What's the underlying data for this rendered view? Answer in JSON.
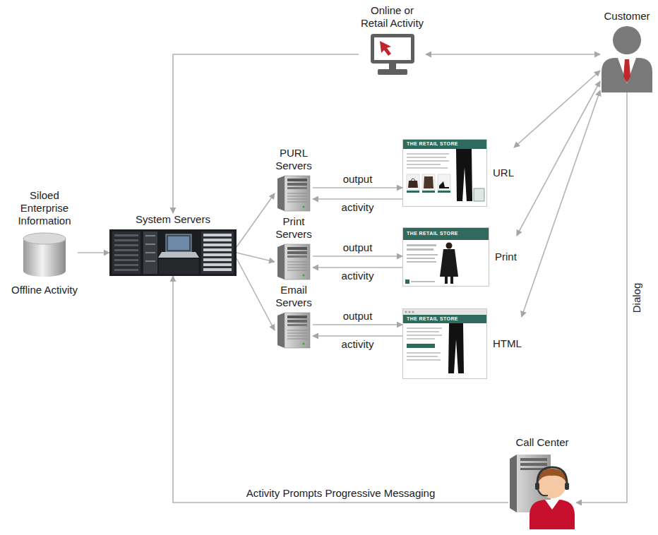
{
  "diagram": {
    "nodes": [
      {
        "text": [
          "Online or Retail Activity"
        ]
      },
      {
        "text": [
          "Customer"
        ]
      },
      {
        "text": [
          "Siloed Enterprise Information",
          "Offline Activity"
        ]
      },
      {
        "text": [
          "System Servers"
        ]
      },
      {
        "text": [
          "PURL Servers"
        ]
      },
      {
        "text": [
          "URL"
        ]
      },
      {
        "text": [
          "Print Servers"
        ]
      },
      {
        "text": [
          "Print"
        ]
      },
      {
        "text": [
          "Email Servers"
        ]
      },
      {
        "text": [
          "HTML"
        ]
      },
      {
        "text": [
          "Call Center"
        ]
      }
    ],
    "edges": [
      {
        "from": 0,
        "to": 1,
        "arrow": "both"
      },
      {
        "from": 0,
        "to": 3,
        "arrow": "to"
      },
      {
        "from": 2,
        "to": 3,
        "arrow": "to"
      },
      {
        "from": 3,
        "to": 4,
        "arrow": "to"
      },
      {
        "from": 3,
        "to": 6,
        "arrow": "to"
      },
      {
        "from": 3,
        "to": 8,
        "arrow": "to"
      },
      {
        "from": 4,
        "to": 5,
        "label": "output",
        "arrow": "to"
      },
      {
        "from": 5,
        "to": 4,
        "label": "activity",
        "arrow": "to"
      },
      {
        "from": 6,
        "to": 7,
        "label": "output",
        "arrow": "to"
      },
      {
        "from": 7,
        "to": 6,
        "label": "activity",
        "arrow": "to"
      },
      {
        "from": 8,
        "to": 9,
        "label": "output",
        "arrow": "to"
      },
      {
        "from": 9,
        "to": 8,
        "label": "activity",
        "arrow": "to"
      },
      {
        "from": 1,
        "to": 5,
        "arrow": "both"
      },
      {
        "from": 1,
        "to": 7,
        "arrow": "both"
      },
      {
        "from": 1,
        "to": 9,
        "arrow": "both"
      },
      {
        "from": 1,
        "to": 10,
        "label": "Dialog",
        "arrow": "to"
      },
      {
        "from": 10,
        "to": 3,
        "label": "Activity Prompts Progressive Messaging",
        "arrow": "to"
      }
    ],
    "labels": [
      "THE RETAIL STORE",
      "THE RETAIL STORE",
      "THE RETAIL STORE"
    ]
  }
}
